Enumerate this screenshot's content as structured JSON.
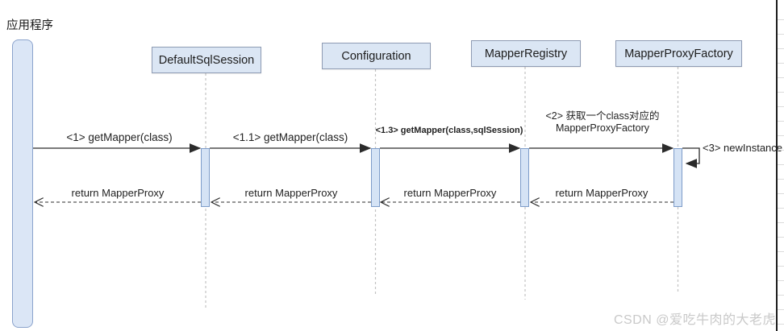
{
  "colors": {
    "actor_box_fill": "#dbe6f4",
    "actor_box_border": "#8e9bb3",
    "activation_fill": "#d5e3f5",
    "activation_border": "#7d9cc9",
    "app_bar_fill": "#dbe6f6",
    "app_bar_border": "#8ba3cc",
    "message_line": "#2b2b2b",
    "lifeline": "#c3c3c3",
    "watermark_text": "#c9c9c9"
  },
  "app_label": "应用程序",
  "actors": [
    {
      "name": "DefaultSqlSession"
    },
    {
      "name": "Configuration"
    },
    {
      "name": "MapperRegistry"
    },
    {
      "name": "MapperProxyFactory"
    }
  ],
  "messages": [
    {
      "label": "<1> getMapper(class)"
    },
    {
      "label": "<1.1> getMapper(class)"
    },
    {
      "label": "<1.3> getMapper(class,sqlSession)"
    },
    {
      "label_line1": "<2>  获取一个class对应的",
      "label_line2": "MapperProxyFactory"
    },
    {
      "label": "<3> newInstance"
    }
  ],
  "returns": [
    {
      "label": "return MapperProxy"
    },
    {
      "label": "return MapperProxy"
    },
    {
      "label": "return MapperProxy"
    },
    {
      "label": "return MapperProxy"
    }
  ],
  "watermark": "CSDN @爱吃牛肉的大老虎"
}
